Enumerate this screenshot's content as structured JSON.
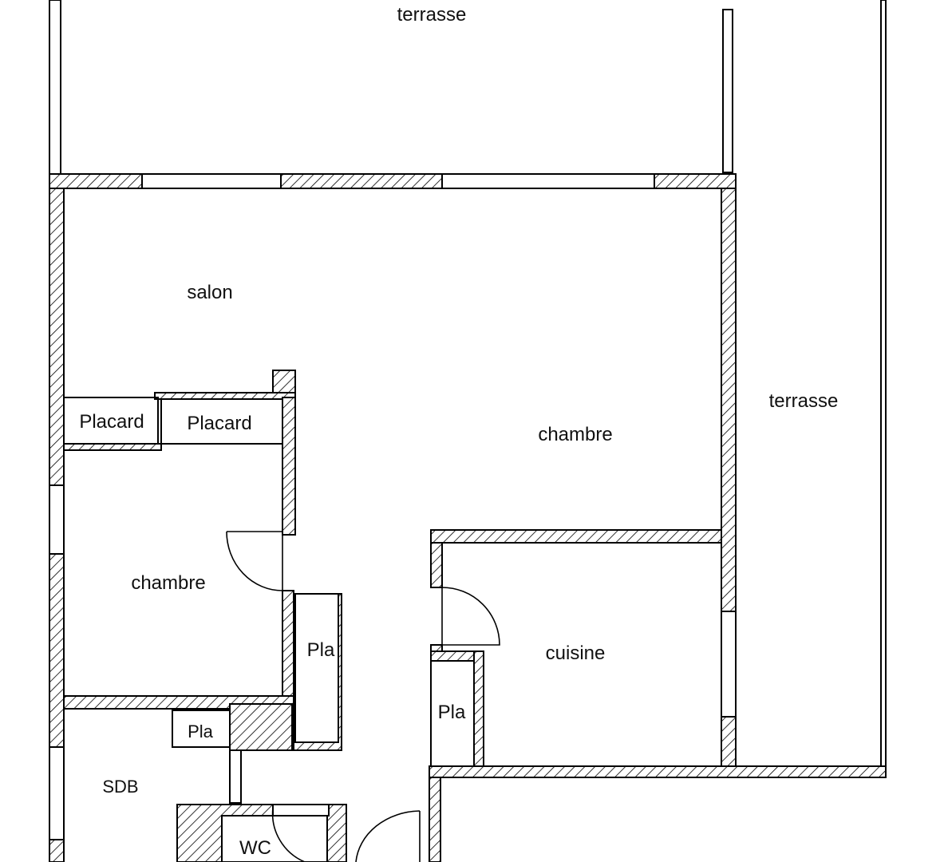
{
  "plan": {
    "rooms": {
      "terrasse_top": "terrasse",
      "terrasse_right": "terrasse",
      "salon": "salon",
      "chambre_main": "chambre",
      "chambre_small": "chambre",
      "cuisine": "cuisine",
      "sdb": "SDB",
      "wc": "WC"
    },
    "storage": {
      "placard_1": "Placard",
      "placard_2": "Placard",
      "pla_corridor": "Pla",
      "pla_kitchen": "Pla",
      "pla_bath": "Pla"
    }
  }
}
